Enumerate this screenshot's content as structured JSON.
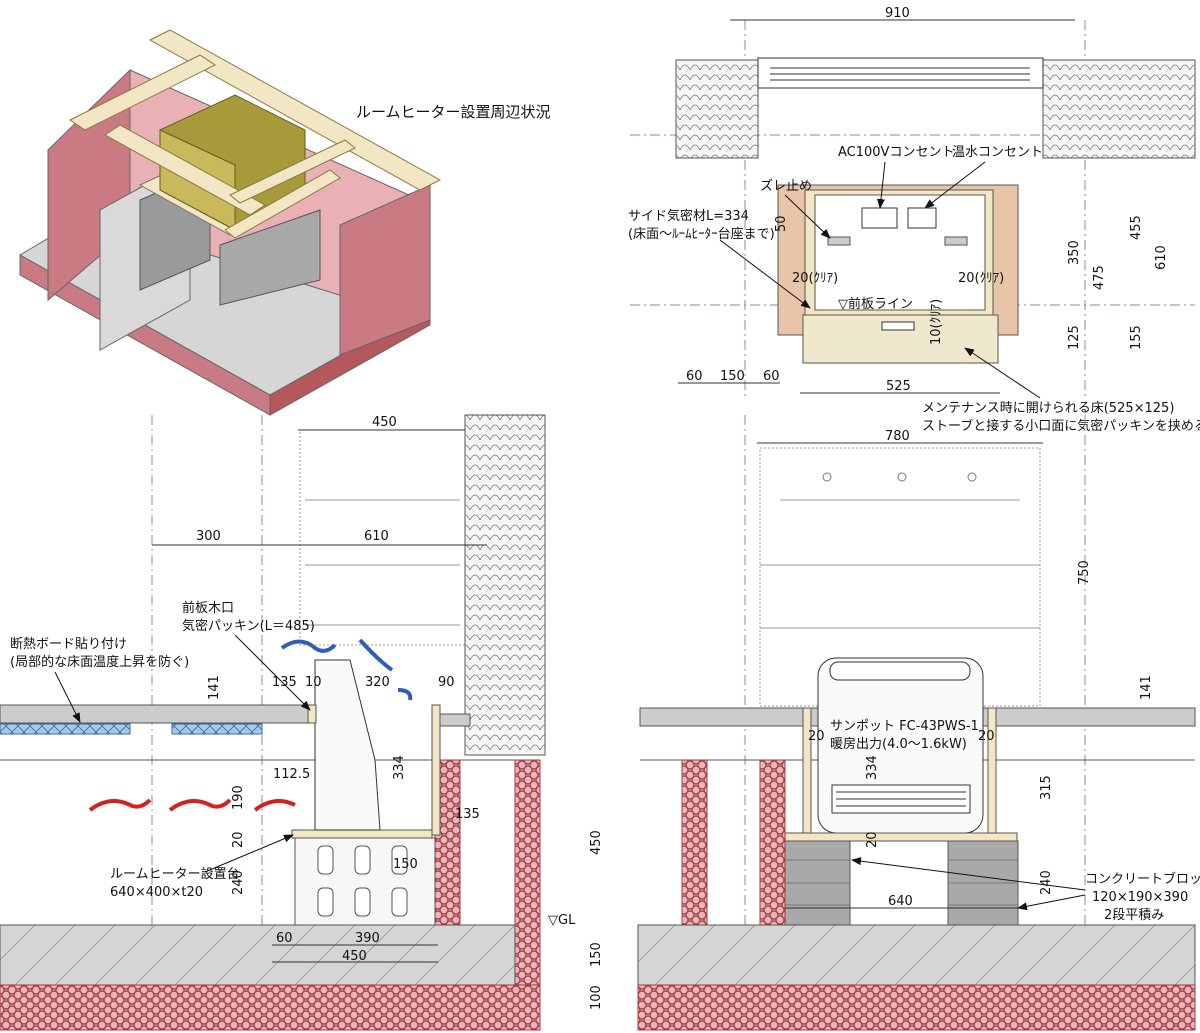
{
  "title": "ルームヒーター設置周辺状況",
  "top_right": {
    "dim_910": "910",
    "dim_455": "455",
    "dim_610": "610",
    "dim_350": "350",
    "dim_475": "475",
    "dim_125": "125",
    "dim_155": "155",
    "dim_60a": "60",
    "dim_150": "150",
    "dim_60b": "60",
    "dim_525": "525",
    "dim_50": "50",
    "dim_20_left": "20(ｸﾘｱ)",
    "dim_20_right": "20(ｸﾘｱ)",
    "dim_10": "10(ｸﾘｱ)",
    "ac_outlet": "AC100Vコンセント",
    "hot_water_outlet": "温水コンセント",
    "slip_stop": "ズレ止め",
    "side_airtight_1": "サイド気密材L=334",
    "side_airtight_2": "(床面～ﾙｰﾑﾋｰﾀｰ台座まで)",
    "front_board_line": "▽前板ライン",
    "maintenance_1": "メンテナンス時に開けられる床(525×125)",
    "maintenance_2": "ストーブと接する小口面に気密パッキンを挟める"
  },
  "bottom_left": {
    "dim_450_top": "450",
    "dim_300": "300",
    "dim_610": "610",
    "dim_141": "141",
    "dim_135": "135",
    "dim_10": "10",
    "dim_320": "320",
    "dim_90": "90",
    "dim_112_5": "112.5",
    "dim_190": "190",
    "dim_20": "20",
    "dim_240": "240",
    "dim_334": "334",
    "dim_135b": "135",
    "dim_150": "150",
    "dim_450_right": "450",
    "dim_60": "60",
    "dim_390": "390",
    "dim_450_bottom": "450",
    "dim_150_v": "150",
    "dim_100_v": "100",
    "gl": "▽GL",
    "front_board_1": "前板木口",
    "front_board_2": "気密パッキン(L＝485)",
    "insulation_1": "断熱ボード貼り付け",
    "insulation_2": "(局部的な床面温度上昇を防ぐ)",
    "stand_1": "ルームヒーター設置台",
    "stand_2": "640×400×t20"
  },
  "bottom_right": {
    "dim_780": "780",
    "dim_750": "750",
    "dim_141": "141",
    "dim_20_left": "20",
    "dim_20_right": "20",
    "dim_334": "334",
    "dim_20_bottom": "20",
    "dim_315": "315",
    "dim_240": "240",
    "dim_640": "640",
    "model_1": "サンポット FC-43PWS-1",
    "model_2": "暖房出力(4.0～1.6kW)",
    "block_1": "コンクリートブロック",
    "block_2": "120×190×390",
    "block_3": "2段平積み"
  },
  "colors": {
    "timber": "#f2e6c4",
    "timber_dark": "#d8c88e",
    "brick": "#c97a82",
    "gravel": "#b5585e",
    "concrete": "#d5d5d5",
    "block": "#a9a9a9",
    "insulation": "#a9c8e8",
    "blue_arrow": "#2f5fb3",
    "red_arrow": "#d62020",
    "recess_fill": "#e8c4a8"
  }
}
